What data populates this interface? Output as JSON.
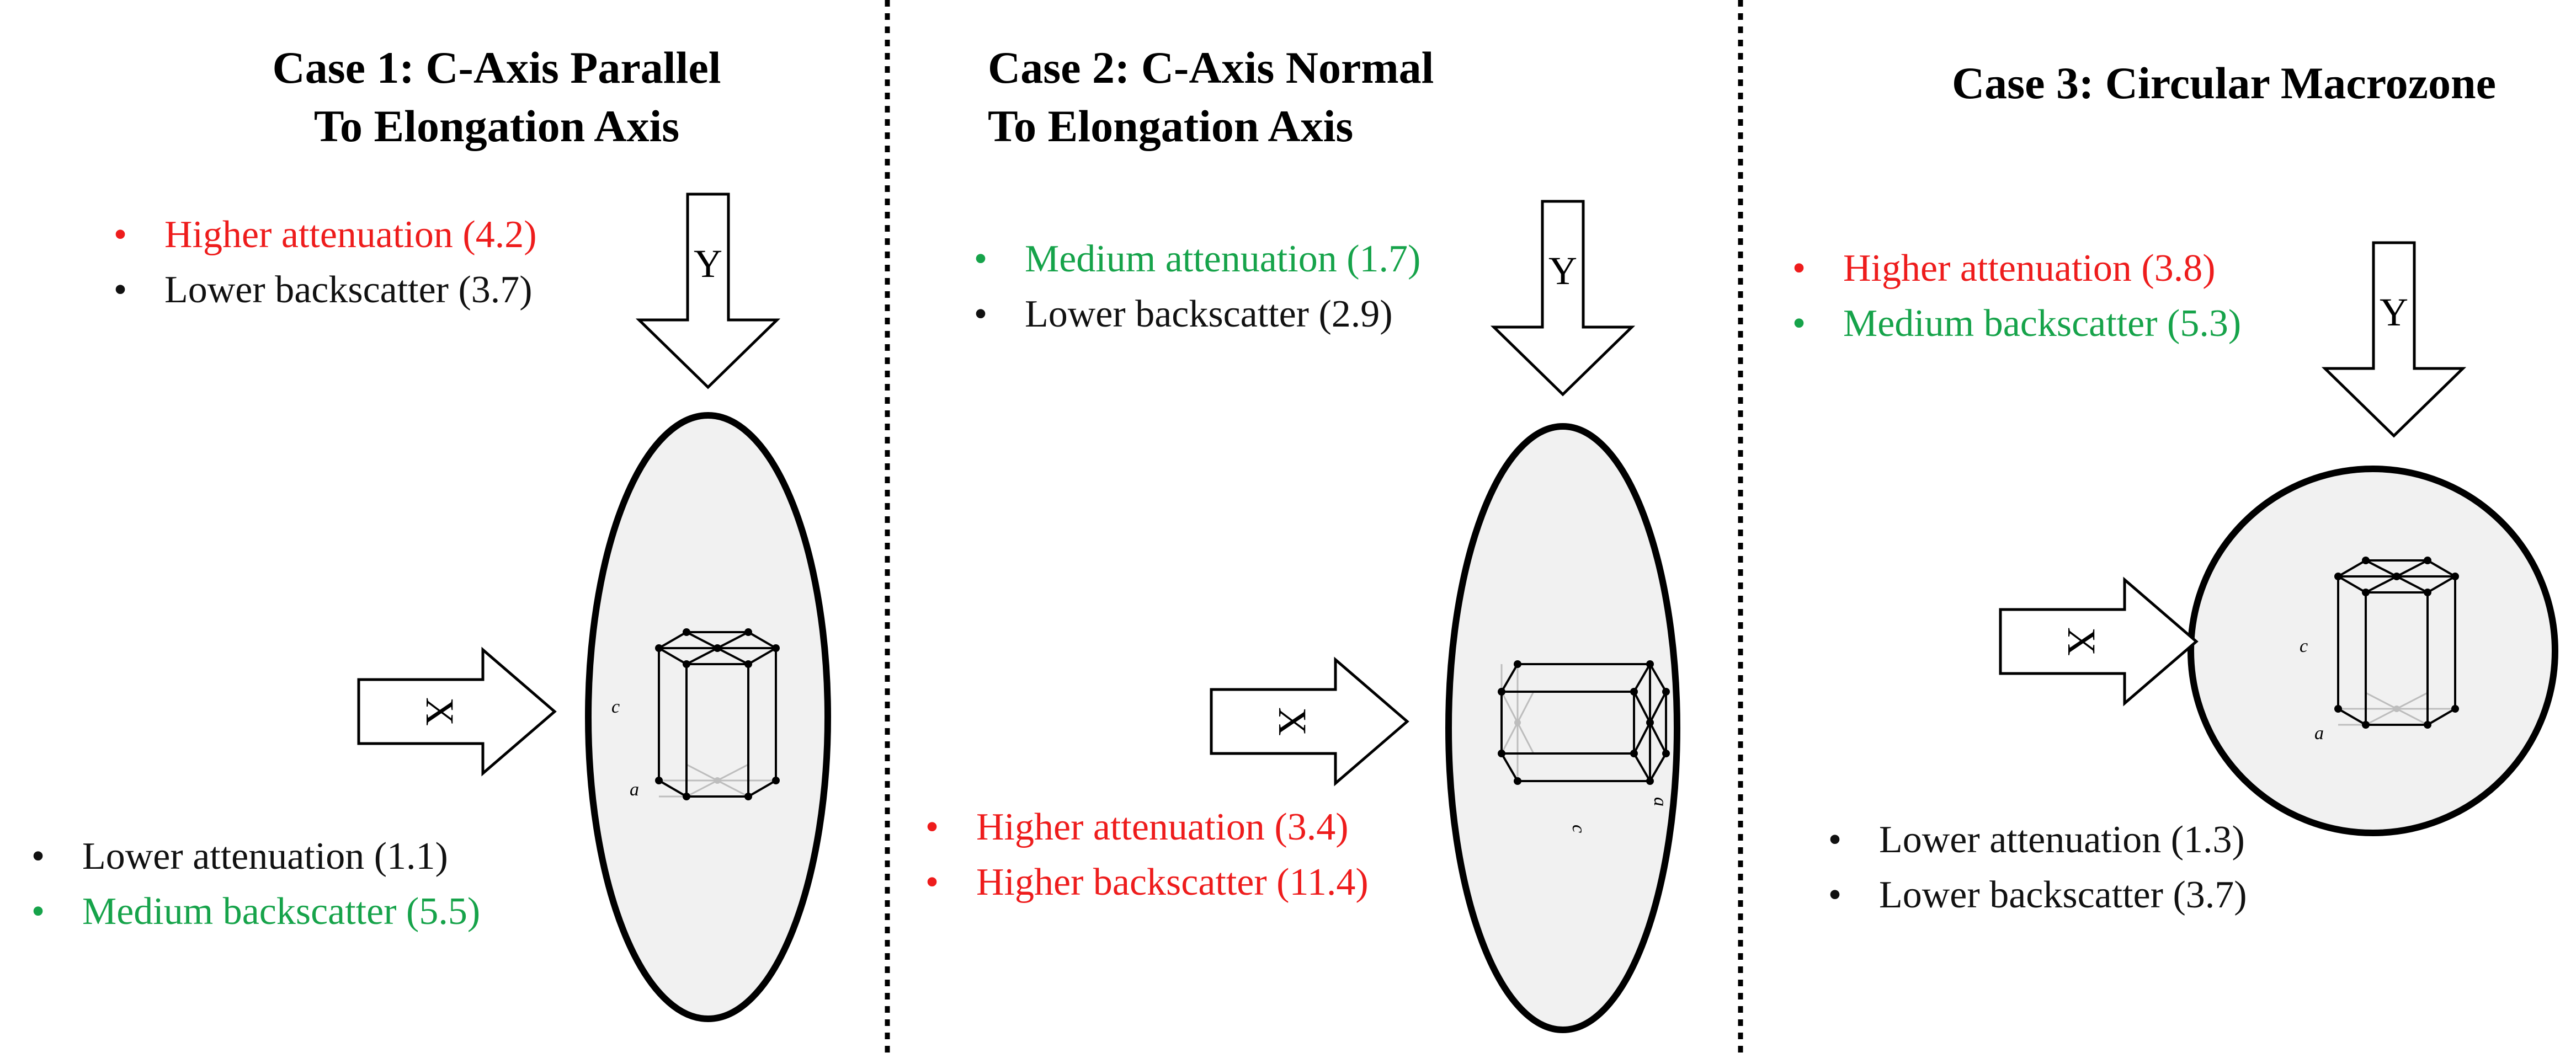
{
  "cases": [
    {
      "title_line1": "Case 1: C-Axis Parallel",
      "title_line2": "To Elongation Axis",
      "y_notes": [
        {
          "text": "Higher attenuation (4.2)",
          "color": "red"
        },
        {
          "text": "Lower backscatter (3.7)",
          "color": "black"
        }
      ],
      "x_notes": [
        {
          "text": "Lower attenuation (1.1)",
          "color": "black"
        },
        {
          "text": "Medium backscatter (5.5)",
          "color": "green"
        }
      ],
      "arrow_y": "Y",
      "arrow_x": "X",
      "axis_c": "c",
      "axis_a": "a"
    },
    {
      "title_line1": "Case 2: C-Axis Normal",
      "title_line2": "To Elongation Axis",
      "y_notes": [
        {
          "text": "Medium attenuation (1.7)",
          "color": "green"
        },
        {
          "text": "Lower backscatter (2.9)",
          "color": "black"
        }
      ],
      "x_notes": [
        {
          "text": "Higher attenuation (3.4)",
          "color": "red"
        },
        {
          "text": "Higher backscatter (11.4)",
          "color": "red"
        }
      ],
      "arrow_y": "Y",
      "arrow_x": "X",
      "axis_c": "c",
      "axis_a": "a"
    },
    {
      "title_line1": "Case 3: Circular Macrozone",
      "title_line2": "",
      "y_notes": [
        {
          "text": "Higher attenuation (3.8)",
          "color": "red"
        },
        {
          "text": "Medium backscatter (5.3)",
          "color": "green"
        }
      ],
      "x_notes": [
        {
          "text": "Lower attenuation (1.3)",
          "color": "black"
        },
        {
          "text": "Lower backscatter (3.7)",
          "color": "black"
        }
      ],
      "arrow_y": "Y",
      "arrow_x": "X",
      "axis_c": "c",
      "axis_a": "a"
    }
  ],
  "colors": {
    "red": "#ee1c1c",
    "green": "#16a34a",
    "black": "#111111",
    "macrozone_fill": "#f1f1f1",
    "outline": "#000000"
  }
}
